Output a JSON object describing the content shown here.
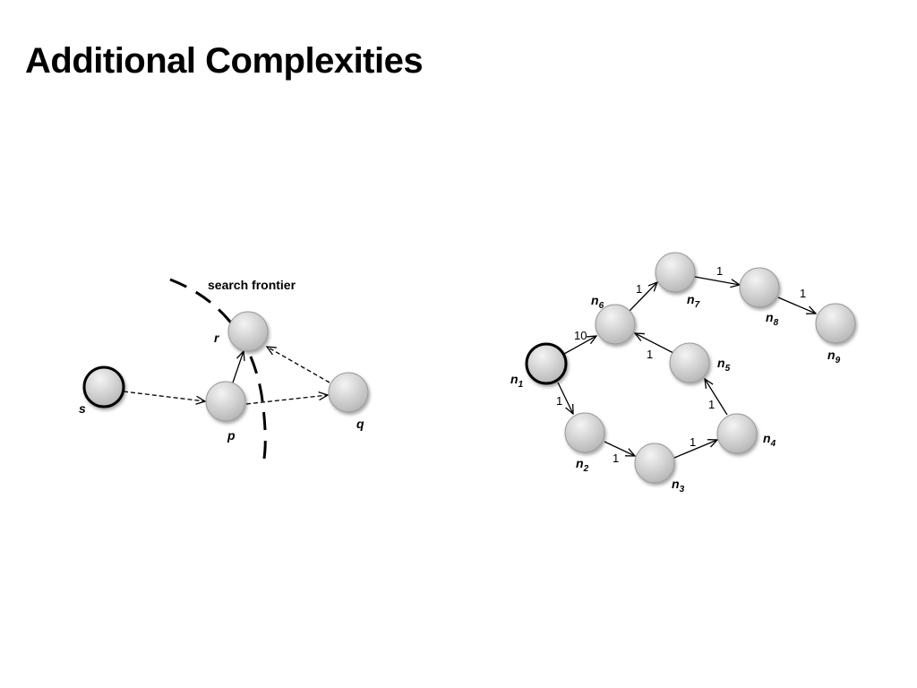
{
  "slide": {
    "title": "Additional Complexities"
  },
  "colors": {
    "node_light": "#f4f4f4",
    "node_dark": "#b4b4b4",
    "stroke": "#000000"
  },
  "left_graph": {
    "frontier_label": "search frontier",
    "nodes": [
      {
        "id": "s",
        "label": "s",
        "start": true
      },
      {
        "id": "p",
        "label": "p"
      },
      {
        "id": "r",
        "label": "r"
      },
      {
        "id": "q",
        "label": "q"
      }
    ],
    "edges": [
      {
        "from": "s",
        "to": "p",
        "style": "dashed"
      },
      {
        "from": "p",
        "to": "r",
        "style": "solid"
      },
      {
        "from": "p",
        "to": "q",
        "style": "dashed"
      },
      {
        "from": "q",
        "to": "r",
        "style": "dashed"
      }
    ]
  },
  "right_graph": {
    "nodes": [
      {
        "id": "n1",
        "label": "n",
        "sub": "1",
        "start": true
      },
      {
        "id": "n2",
        "label": "n",
        "sub": "2"
      },
      {
        "id": "n3",
        "label": "n",
        "sub": "3"
      },
      {
        "id": "n4",
        "label": "n",
        "sub": "4"
      },
      {
        "id": "n5",
        "label": "n",
        "sub": "5"
      },
      {
        "id": "n6",
        "label": "n",
        "sub": "6"
      },
      {
        "id": "n7",
        "label": "n",
        "sub": "7"
      },
      {
        "id": "n8",
        "label": "n",
        "sub": "8"
      },
      {
        "id": "n9",
        "label": "n",
        "sub": "9"
      }
    ],
    "edges": [
      {
        "from": "n1",
        "to": "n6",
        "weight": "10"
      },
      {
        "from": "n1",
        "to": "n2",
        "weight": "1"
      },
      {
        "from": "n2",
        "to": "n3",
        "weight": "1"
      },
      {
        "from": "n3",
        "to": "n4",
        "weight": "1"
      },
      {
        "from": "n4",
        "to": "n5",
        "weight": "1"
      },
      {
        "from": "n5",
        "to": "n6",
        "weight": "1"
      },
      {
        "from": "n6",
        "to": "n7",
        "weight": "1"
      },
      {
        "from": "n7",
        "to": "n8",
        "weight": "1"
      },
      {
        "from": "n8",
        "to": "n9",
        "weight": "1"
      }
    ]
  }
}
